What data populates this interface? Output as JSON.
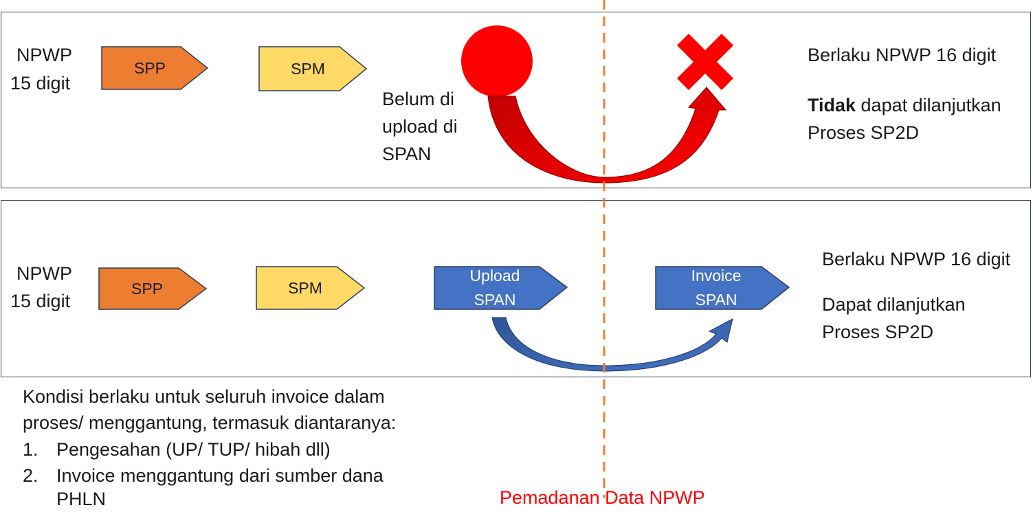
{
  "panel_top": {
    "npwp_line1": "NPWP",
    "npwp_line2": "15 digit",
    "spp_label": "SPP",
    "spm_label": "SPM",
    "status_line1": "Belum di",
    "status_line2": "upload di",
    "status_line3": "SPAN",
    "result_line1": "Berlaku NPWP 16 digit",
    "result_bold": "Tidak",
    "result_line2_rest": " dapat dilanjutkan",
    "result_line3": "Proses SP2D",
    "colors": {
      "spp": "#ed7d31",
      "spm": "#ffd966",
      "stop_circle": "#ff0000",
      "cross": "#ff0000",
      "curve": "#c00000"
    },
    "icons": [
      "red-circle-icon",
      "red-cross-icon",
      "curved-arrow-icon"
    ]
  },
  "panel_bottom": {
    "npwp_line1": "NPWP",
    "npwp_line2": "15 digit",
    "spp_label": "SPP",
    "spm_label": "SPM",
    "upload_line1": "Upload",
    "upload_line2": "SPAN",
    "invoice_line1": "Invoice",
    "invoice_line2": "SPAN",
    "result_line1": "Berlaku NPWP 16 digit",
    "result_line2": "Dapat dilanjutkan",
    "result_line3": "Proses SP2D",
    "colors": {
      "spp": "#ed7d31",
      "spm": "#ffd966",
      "span": "#4472c4",
      "curve": "#2f5597"
    },
    "icons": [
      "curved-arrow-icon"
    ]
  },
  "conditions": {
    "intro_line1": "Kondisi berlaku untuk seluruh invoice dalam",
    "intro_line2": "proses/ menggantung, termasuk diantaranya:",
    "items": [
      {
        "num": "1.",
        "text": "Pengesahan (UP/ TUP/ hibah dll)"
      },
      {
        "num": "2.",
        "text": "Invoice menggantung dari sumber dana"
      }
    ],
    "item2_cont": "PHLN"
  },
  "divider": {
    "caption": "Pemadanan Data NPWP",
    "color": "#ed7d31",
    "caption_color": "#ff0000"
  }
}
